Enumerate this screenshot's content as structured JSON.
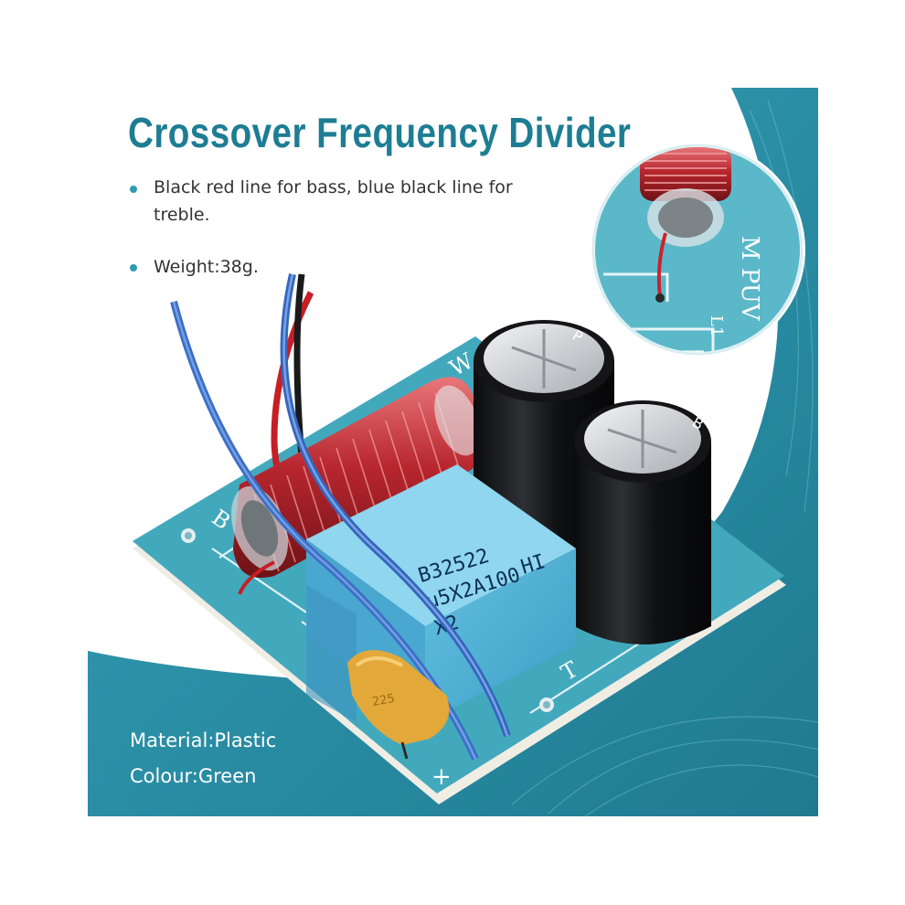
{
  "title": "Crossover Frequency Divider",
  "bullets": [
    "Black red line for bass, blue black line for treble.",
    "Weight:38g."
  ],
  "footer": {
    "material": "Material:Plastic",
    "colour": "Colour:Green"
  },
  "board_markings": {
    "woofer": "W",
    "bass": "B",
    "treble": "T",
    "plus": "+",
    "inset_brand": "M PUV",
    "inset_l1": "L1"
  },
  "capacitor_label": {
    "line1": "B32522",
    "line2": "u5X2A100",
    "line3": "X2",
    "line4": "HI",
    "small": "225"
  },
  "colors": {
    "accent_teal": "#1d7d93",
    "bullet_dot": "#2f9bb0",
    "background_teal": "#2a8ea5",
    "pcb_blue": "#3aa3b8",
    "text_dark": "#333333"
  },
  "icons": {
    "bullet": "bullet-dot-icon"
  }
}
